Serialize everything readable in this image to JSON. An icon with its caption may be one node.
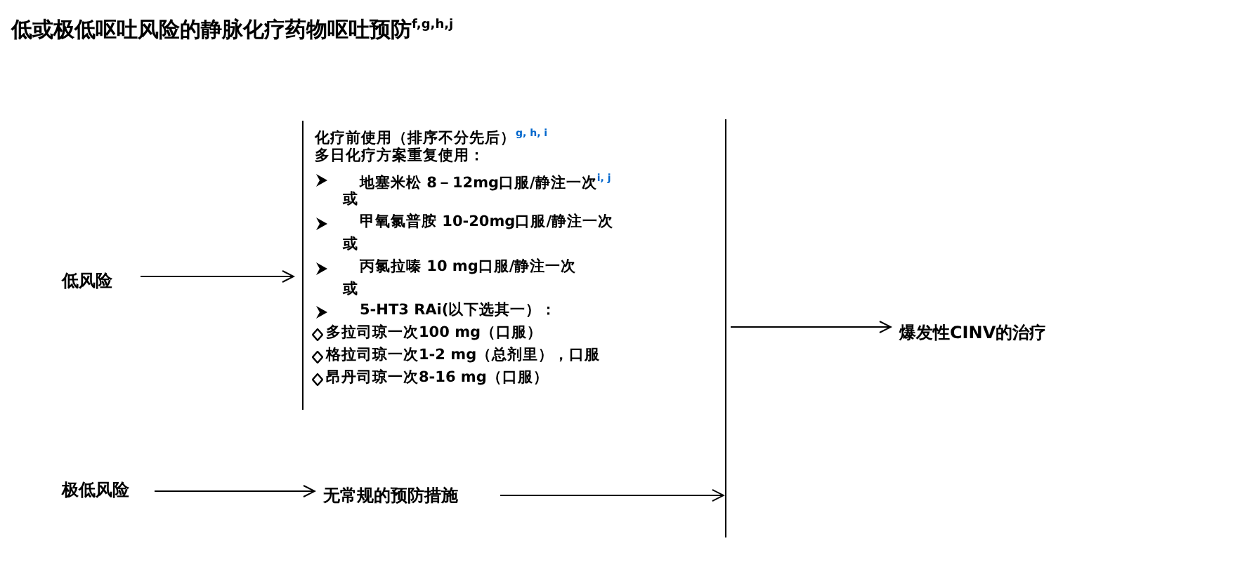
{
  "diagram": {
    "title": "低或极低呕吐风险的静脉化疗药物呕吐预防$^{f,g,h,j}$",
    "nodes": [
      {
        "text": [
          "低风险"
        ]
      },
      {
        "text": [
          "化疗前使用（排序不分先后）$^{g, h, i}$",
          "多日化疗方案重复使用：",
          "地塞米松 8－12mg口服/静注一次$^{i, j}$",
          "或",
          "甲氧氯普胺 10-20mg口服/静注一次",
          "或",
          "丙氯拉嗪 10 mg口服/静注一次",
          "或",
          "5-HT3 RAi(以下选其一）：",
          "多拉司琼一次100 mg（口服）",
          "格拉司琼一次1-2 mg（总剂里），口服",
          "昂丹司琼一次8-16 mg（口服）"
        ]
      },
      {
        "text": [],
        "shape": "bar"
      },
      {
        "text": [
          "爆发性CINV的治疗"
        ]
      },
      {
        "text": [
          "极低风险"
        ]
      },
      {
        "text": [
          "无常规的预防措施"
        ]
      }
    ],
    "edges": [
      {
        "from": 0,
        "to": 1,
        "arrow": "to"
      },
      {
        "from": 2,
        "to": 3,
        "arrow": "to"
      },
      {
        "from": 4,
        "to": 5,
        "arrow": "to"
      },
      {
        "from": 5,
        "to": 2,
        "arrow": "to"
      }
    ]
  }
}
